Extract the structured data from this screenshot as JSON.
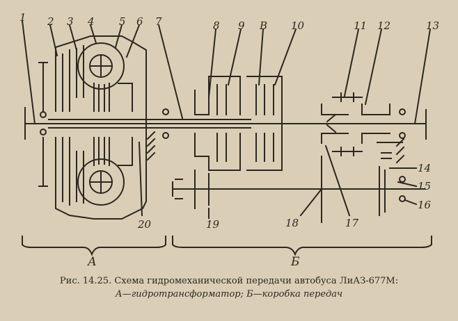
{
  "labels": {
    "n1": "1",
    "n2": "2",
    "n3": "3",
    "n4": "4",
    "n5": "5",
    "n6": "6",
    "n7": "7",
    "n8": "8",
    "n9": "9",
    "nB_top": "В",
    "n10": "10",
    "n11": "11",
    "n12": "12",
    "n13": "13",
    "n14": "14",
    "n15": "15",
    "n16": "16",
    "n17": "17",
    "n18": "18",
    "n19": "19",
    "n20": "20"
  },
  "groups": {
    "a": "А",
    "b": "Б"
  },
  "caption": {
    "line1": "Рис. 14.25. Схема гидромеханической передачи автобуса ЛиАЗ-677М:",
    "line2": "А—гидротрансформатор; Б—коробка передач"
  },
  "colors": {
    "paper": "#dacfb6",
    "ink": "#2c2620"
  }
}
